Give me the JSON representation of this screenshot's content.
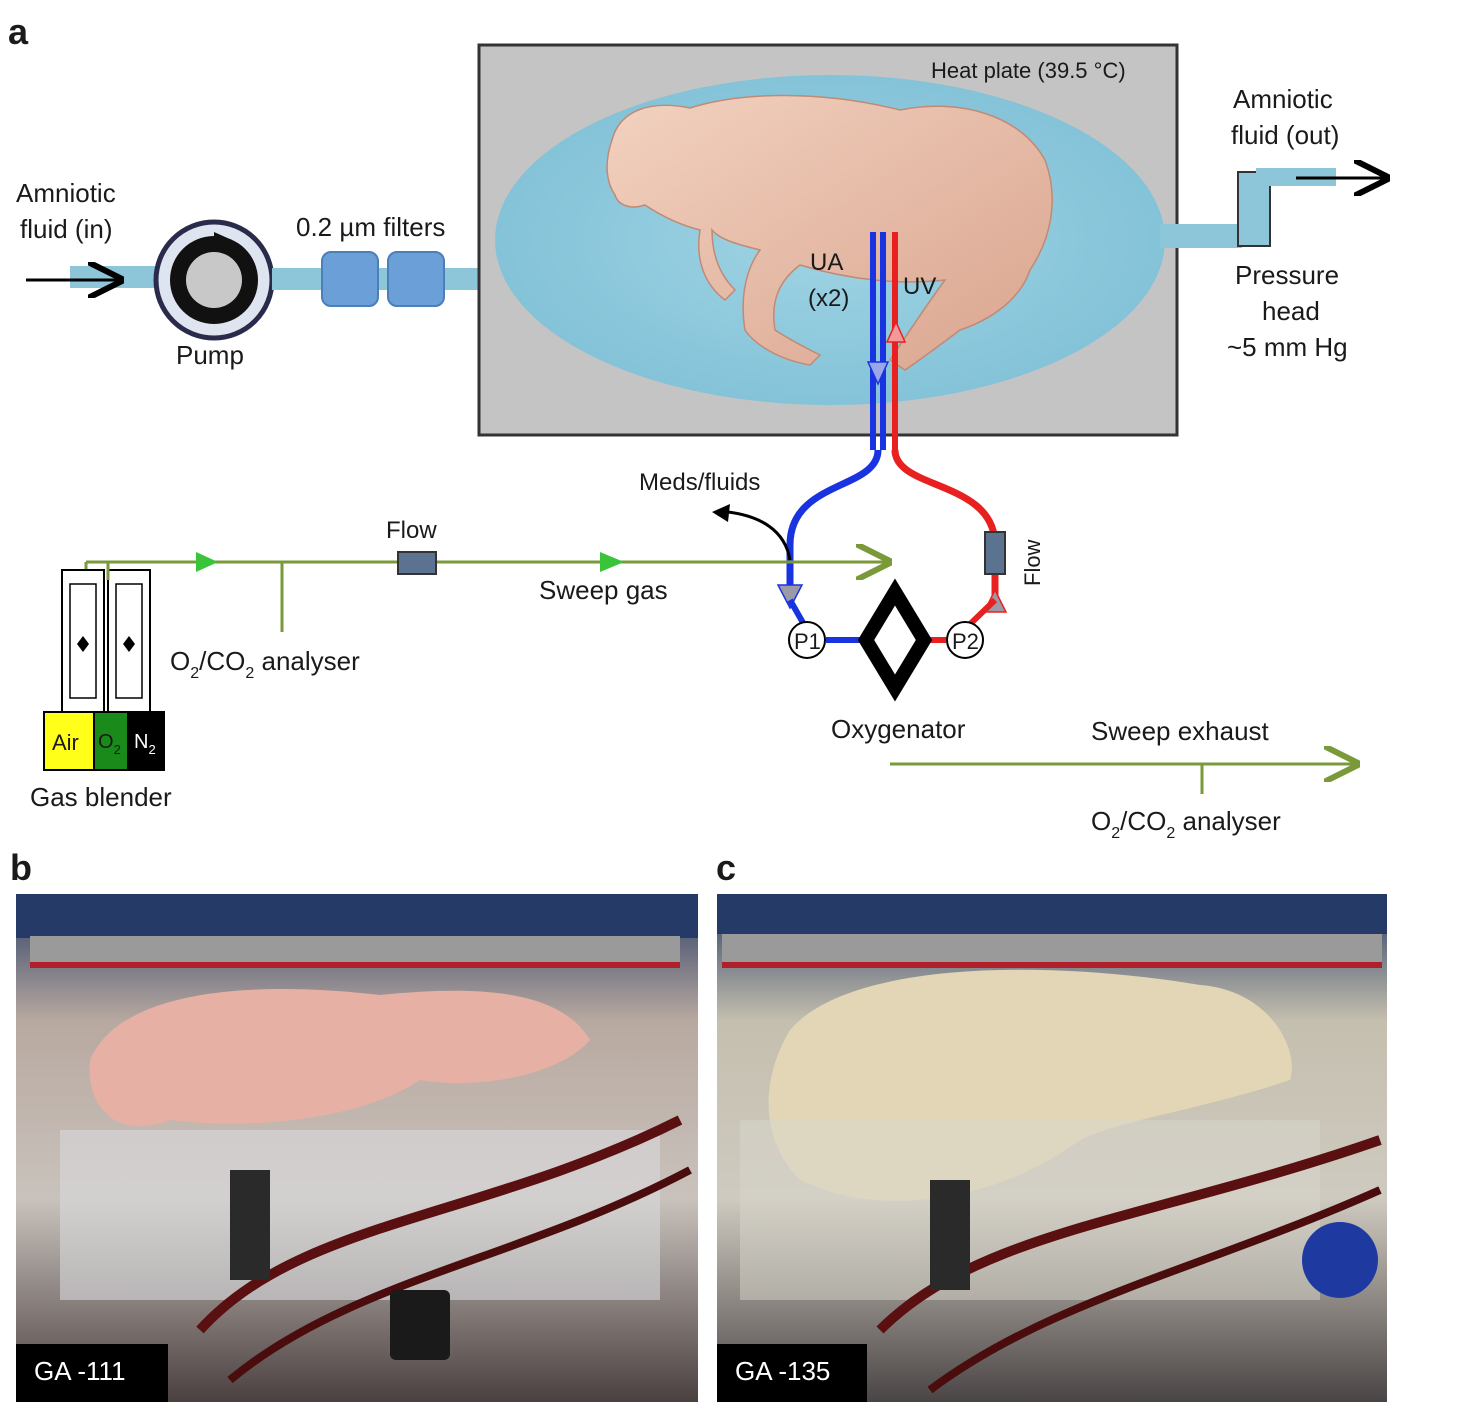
{
  "panels": {
    "a": {
      "letter": "a"
    },
    "b": {
      "letter": "b",
      "tag": "GA -111"
    },
    "c": {
      "letter": "c",
      "tag": "GA -135"
    }
  },
  "amniotic_in": {
    "line1": "Amniotic",
    "line2": "fluid (in)"
  },
  "pump": {
    "label": "Pump"
  },
  "filters": {
    "label": "0.2 µm filters"
  },
  "heat_plate": {
    "label": "Heat plate (39.5 °C)"
  },
  "umbilical": {
    "ua_line1": "UA",
    "ua_line2": "(x2)",
    "uv": "UV"
  },
  "amniotic_out": {
    "line1": "Amniotic",
    "line2": "fluid (out)"
  },
  "pressure_head": {
    "line1": "Pressure",
    "line2": "head",
    "line3": "~5 mm Hg"
  },
  "meds": {
    "label": "Meds/fluids"
  },
  "gas_line": {
    "flow_label": "Flow",
    "sweep_gas": "Sweep gas",
    "analyser_in": {
      "o": "O",
      "sub1": "2",
      "mid": "/CO",
      "sub2": "2",
      "rest": " analyser"
    }
  },
  "gas_blender": {
    "label": "Gas blender",
    "air": "Air",
    "o2": {
      "main": "O",
      "sub": "2"
    },
    "n2": {
      "main": "N",
      "sub": "2"
    }
  },
  "circuit": {
    "p1": "P1",
    "p2": "P2",
    "oxygenator": "Oxygenator",
    "flow_vertical": "Flow"
  },
  "exhaust": {
    "label": "Sweep exhaust",
    "analyser_out": {
      "o": "O",
      "sub1": "2",
      "mid": "/CO",
      "sub2": "2",
      "rest": " analyser"
    }
  },
  "colors": {
    "fluid": "#8fc9dc",
    "tube": "#8cc6d8",
    "filter": "#6a9fd8",
    "gas_line": "#7a9a3a",
    "gas_arrow": "#3ac43a",
    "artery": "#1a33e0",
    "vein": "#e82020",
    "air": "#ffff1a",
    "o2": "#1a8a1a",
    "n2": "#000000"
  }
}
